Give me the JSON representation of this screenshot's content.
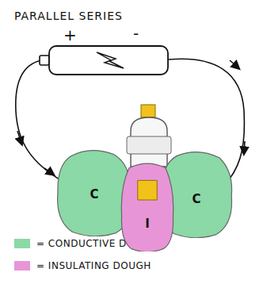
{
  "diagram": {
    "title": "PARALLEL SERIES",
    "nodes": [
      {
        "text": [
          "C"
        ]
      },
      {
        "text": [
          "I"
        ]
      },
      {
        "text": [
          "C"
        ]
      }
    ],
    "labels": [
      "+",
      "-"
    ],
    "legend": [
      {
        "text": "= CONDUCTIVE DOUGH",
        "color": "#8ad9a6"
      },
      {
        "text": "= INSULATING DOUGH",
        "color": "#e895d8"
      }
    ]
  }
}
